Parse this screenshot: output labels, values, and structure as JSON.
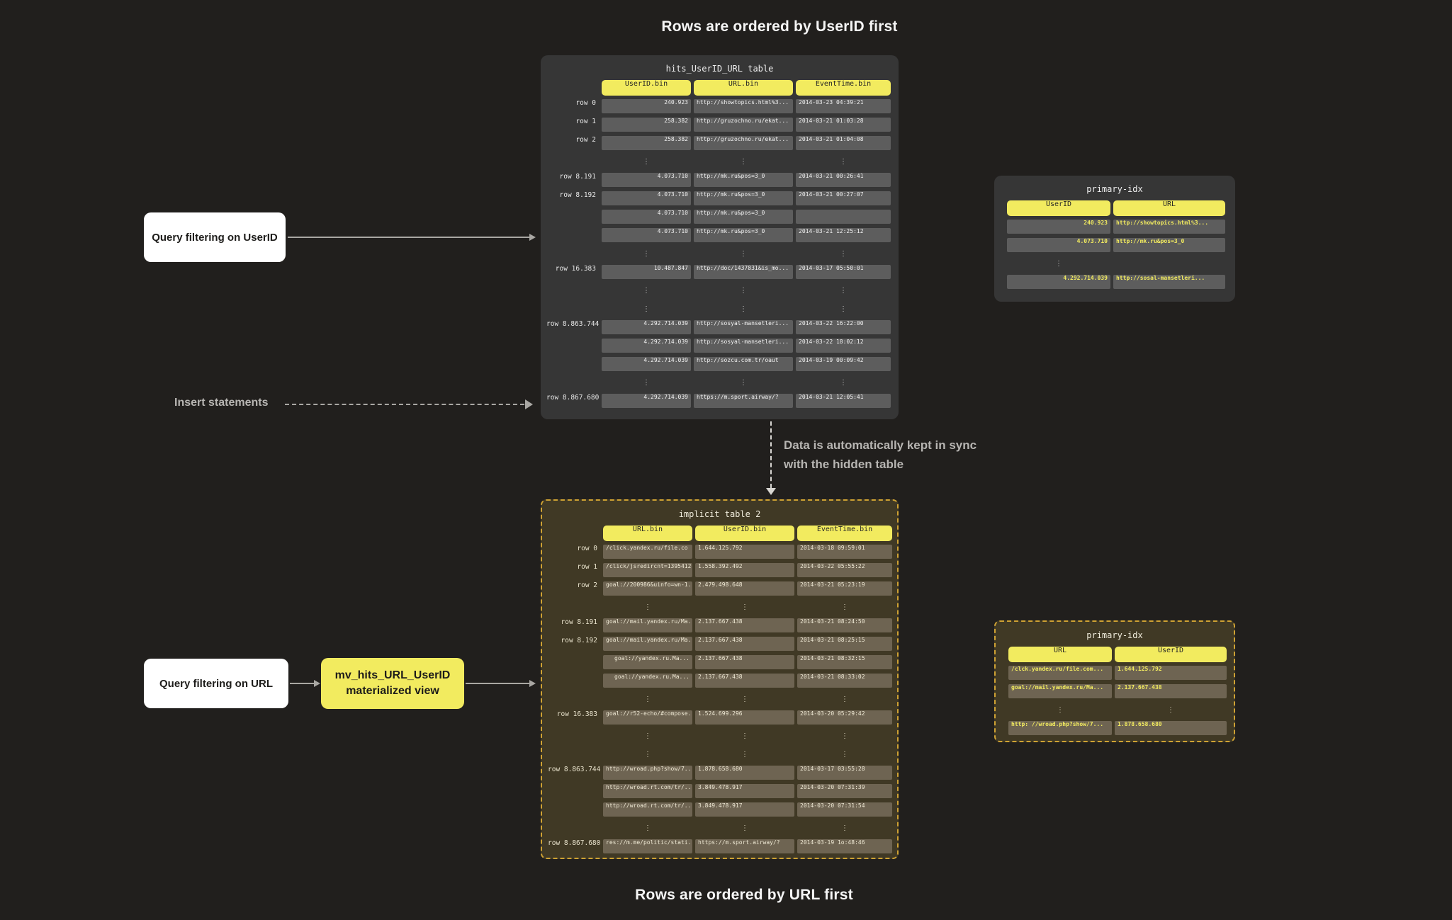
{
  "page": {
    "top_title": "Rows are ordered by UserID first",
    "bottom_title": "Rows are ordered by URL first"
  },
  "annotations": {
    "query_userid": "Query filtering on UserID",
    "query_url": "Query filtering on URL",
    "insert_label": "Insert statements",
    "sync_line1": "Data is automatically kept in sync",
    "sync_line2": "with the hidden table",
    "mv_line1": "mv_hits_URL_UserID",
    "mv_line2": "materialized view"
  },
  "colors": {
    "page_bg": "#211f1d",
    "panel_bg": "#363636",
    "cell_bg": "#5d5d5d",
    "olive_panel_bg": "#403925",
    "olive_cell_bg": "#6e6452",
    "dashed_border_gold": "#cfa233",
    "accent_yellow": "#f2eb5f",
    "white_text": "#f2f2f2",
    "cream_text": "#efe9d4",
    "gray_label": "#b7b5b2",
    "arrow_gray": "#a9a7a3"
  },
  "hits_table": {
    "title": "hits_UserID_URL table",
    "headers": [
      "UserID.bin",
      "URL.bin",
      "EventTime.bin"
    ],
    "rows": [
      {
        "label": "row 0",
        "cells": [
          {
            "text": "240.923",
            "align": "r"
          },
          {
            "text": "http://showtopics.html%3...",
            "align": "l"
          },
          {
            "text": "2014-03-23 04:39:21",
            "align": "l"
          }
        ]
      },
      {
        "label": "row 1",
        "cells": [
          {
            "text": "258.382",
            "align": "r"
          },
          {
            "text": "http://gruzochno.ru/ekat...",
            "align": "l"
          },
          {
            "text": "2014-03-21 01:03:28",
            "align": "l"
          }
        ]
      },
      {
        "label": "row 2",
        "cells": [
          {
            "text": "258.382",
            "align": "r"
          },
          {
            "text": "http://gruzochno.ru/ekat...",
            "align": "l"
          },
          {
            "text": "2014-03-21 01:04:08",
            "align": "l"
          }
        ]
      },
      {
        "type": "ellipsis"
      },
      {
        "label": "row 8.191",
        "cells": [
          {
            "text": "4.073.710",
            "align": "r"
          },
          {
            "text": "http://mk.ru&pos=3_0",
            "align": "l"
          },
          {
            "text": "2014-03-21 00:26:41",
            "align": "l"
          }
        ]
      },
      {
        "label": "row 8.192",
        "cells": [
          {
            "text": "4.073.710",
            "align": "r"
          },
          {
            "text": "http://mk.ru&pos=3_0",
            "align": "l"
          },
          {
            "text": "2014-03-21 00:27:07",
            "align": "l"
          }
        ]
      },
      {
        "label": "",
        "cells": [
          {
            "text": "4.073.710",
            "align": "r"
          },
          {
            "text": "http://mk.ru&pos=3_0",
            "align": "l"
          },
          {
            "text": "",
            "align": "l"
          }
        ]
      },
      {
        "label": "",
        "cells": [
          {
            "text": "4.073.710",
            "align": "r"
          },
          {
            "text": "http://mk.ru&pos=3_0",
            "align": "l"
          },
          {
            "text": "2014-03-21 12:25:12",
            "align": "l"
          }
        ]
      },
      {
        "type": "ellipsis"
      },
      {
        "label": "row 16.383",
        "cells": [
          {
            "text": "10.487.847",
            "align": "r"
          },
          {
            "text": "http://doc/1437831&is_mo...",
            "align": "l"
          },
          {
            "text": "2014-03-17 05:50:01",
            "align": "l"
          }
        ]
      },
      {
        "type": "ellipsis"
      },
      {
        "type": "ellipsis"
      },
      {
        "label": "row 8.863.744",
        "cells": [
          {
            "text": "4.292.714.039",
            "align": "r"
          },
          {
            "text": "http://sosyal-mansetleri...",
            "align": "l"
          },
          {
            "text": "2014-03-22 16:22:00",
            "align": "l"
          }
        ]
      },
      {
        "label": "",
        "cells": [
          {
            "text": "4.292.714.039",
            "align": "r"
          },
          {
            "text": "http://sosyal-mansetleri...",
            "align": "l"
          },
          {
            "text": "2014-03-22 18:02:12",
            "align": "l"
          }
        ]
      },
      {
        "label": "",
        "cells": [
          {
            "text": "4.292.714.039",
            "align": "r"
          },
          {
            "text": "http://sozcu.com.tr/oaut",
            "align": "l"
          },
          {
            "text": "2014-03-19 00:09:42",
            "align": "l"
          }
        ]
      },
      {
        "type": "ellipsis"
      },
      {
        "label": "row 8.867.680",
        "cells": [
          {
            "text": "4.292.714.039",
            "align": "r"
          },
          {
            "text": "https://m.sport.airway/?",
            "align": "l"
          },
          {
            "text": "2014-03-21 12:05:41",
            "align": "l"
          }
        ]
      }
    ]
  },
  "primary_idx_top": {
    "title": "primary-idx",
    "headers": [
      "UserID",
      "URL"
    ],
    "rows": [
      {
        "cells": [
          {
            "text": "240.923",
            "align": "r"
          },
          {
            "text": "http://showtopics.html%3...",
            "align": "l"
          }
        ]
      },
      {
        "cells": [
          {
            "text": "4.073.710",
            "align": "r"
          },
          {
            "text": "http://mk.ru&pos=3_0",
            "align": "l"
          }
        ]
      },
      {
        "type": "ellipsis",
        "cols": [
          true,
          false
        ]
      },
      {
        "cells": [
          {
            "text": "4.292.714.039",
            "align": "r"
          },
          {
            "text": "http://sosal-mansetleri...",
            "align": "l"
          }
        ]
      }
    ]
  },
  "implicit_table": {
    "title": "implicit table 2",
    "headers": [
      "URL.bin",
      "UserID.bin",
      "EventTime.bin"
    ],
    "rows": [
      {
        "label": "row 0",
        "cells": [
          {
            "text": "/click.yandex.ru/file.co ...",
            "align": "l"
          },
          {
            "text": "1.644.125.792",
            "align": "l"
          },
          {
            "text": "2014-03-18 09:59:01",
            "align": "l"
          }
        ]
      },
      {
        "label": "row 1",
        "cells": [
          {
            "text": "/click/jsredircnt=1395412...",
            "align": "l"
          },
          {
            "text": "1.558.392.492",
            "align": "l"
          },
          {
            "text": "2014-03-22 05:55:22",
            "align": "l"
          }
        ]
      },
      {
        "label": "row 2",
        "cells": [
          {
            "text": "goal://200986&uinfo=wn-1...",
            "align": "r"
          },
          {
            "text": "2.479.498.648",
            "align": "l"
          },
          {
            "text": "2014-03-21 05:23:19",
            "align": "l"
          }
        ]
      },
      {
        "type": "ellipsis"
      },
      {
        "label": "row 8.191",
        "cells": [
          {
            "text": "goal://mail.yandex.ru/Ma...",
            "align": "l"
          },
          {
            "text": "2.137.667.438",
            "align": "l"
          },
          {
            "text": "2014-03-21 08:24:50",
            "align": "l"
          }
        ]
      },
      {
        "label": "row 8.192",
        "cells": [
          {
            "text": "goal://mail.yandex.ru/Ma...",
            "align": "l"
          },
          {
            "text": "2.137.667.438",
            "align": "l"
          },
          {
            "text": "2014-03-21 08:25:15",
            "align": "l"
          }
        ]
      },
      {
        "label": "",
        "cells": [
          {
            "text": "goal://yandex.ru.Ma...",
            "align": "r"
          },
          {
            "text": "2.137.667.438",
            "align": "l"
          },
          {
            "text": "2014-03-21 08:32:15",
            "align": "l"
          }
        ]
      },
      {
        "label": "",
        "cells": [
          {
            "text": "goal://yandex.ru.Ma...",
            "align": "r"
          },
          {
            "text": "2.137.667.438",
            "align": "l"
          },
          {
            "text": "2014-03-21 08:33:02",
            "align": "l"
          }
        ]
      },
      {
        "type": "ellipsis"
      },
      {
        "label": "row 16.383",
        "cells": [
          {
            "text": "goal://r52-echo/#compose...",
            "align": "l"
          },
          {
            "text": "1.524.699.296",
            "align": "l"
          },
          {
            "text": "2014-03-20 05:29:42",
            "align": "l"
          }
        ]
      },
      {
        "type": "ellipsis"
      },
      {
        "type": "ellipsis"
      },
      {
        "label": "row 8.863.744",
        "cells": [
          {
            "text": "http://wroad.php?show/7...",
            "align": "r"
          },
          {
            "text": "1.878.658.680",
            "align": "l"
          },
          {
            "text": "2014-03-17 03:55:28",
            "align": "l"
          }
        ]
      },
      {
        "label": "",
        "cells": [
          {
            "text": "http://wroad.rt.com/tr/...",
            "align": "r"
          },
          {
            "text": "3.849.478.917",
            "align": "l"
          },
          {
            "text": "2014-03-20 07:31:39",
            "align": "l"
          }
        ]
      },
      {
        "label": "",
        "cells": [
          {
            "text": "http://wroad.rt.com/tr/...",
            "align": "r"
          },
          {
            "text": "3.849.478.917",
            "align": "l"
          },
          {
            "text": "2014-03-20 07:31:54",
            "align": "l"
          }
        ]
      },
      {
        "type": "ellipsis"
      },
      {
        "label": "row 8.867.680",
        "cells": [
          {
            "text": "res://m.me/politic/stati...",
            "align": "l"
          },
          {
            "text": "https://m.sport.airway/?",
            "align": "l"
          },
          {
            "text": "2014-03-19 1o:48:46",
            "align": "l"
          }
        ]
      }
    ]
  },
  "primary_idx_bottom": {
    "title": "primary-idx",
    "headers": [
      "URL",
      "UserID"
    ],
    "rows": [
      {
        "cells": [
          {
            "text": "/clck.yandex.ru/file.com...",
            "align": "l"
          },
          {
            "text": "1.644.125.792",
            "align": "l"
          }
        ]
      },
      {
        "cells": [
          {
            "text": "goal://mail.yandex.ru/Ma...",
            "align": "l"
          },
          {
            "text": "2.137.667.438",
            "align": "l"
          }
        ]
      },
      {
        "type": "ellipsis",
        "cols": [
          true,
          true
        ]
      },
      {
        "cells": [
          {
            "text": "http: //wroad.php?show/7...",
            "align": "l"
          },
          {
            "text": "1.878.658.680",
            "align": "l"
          }
        ]
      }
    ]
  }
}
